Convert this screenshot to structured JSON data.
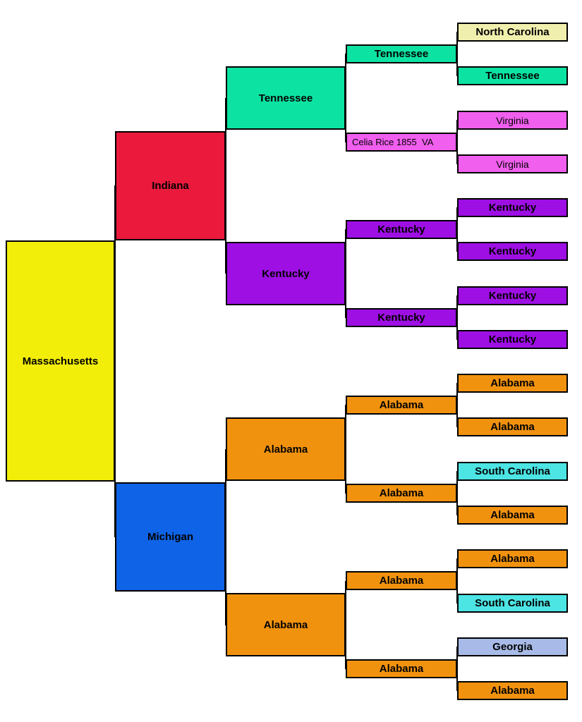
{
  "palette": {
    "yellow": "#F2EE0A",
    "red": "#EB1A3C",
    "blue": "#0F63E6",
    "spring_green": "#0CE3A2",
    "purple": "#9E0FE4",
    "orange": "#F1920F",
    "magenta": "#F05FEE",
    "pale_yellow": "#F1EFAE",
    "cyan": "#4DE4E4",
    "periwinkle": "#A8BBE8",
    "line": "#000000",
    "background": "#FFFFFF"
  },
  "generations": {
    "gen1": [
      {
        "label": "Massachusetts",
        "color": "yellow"
      }
    ],
    "gen2": [
      {
        "label": "Indiana",
        "color": "red"
      },
      {
        "label": "Michigan",
        "color": "blue"
      }
    ],
    "gen3": [
      {
        "label": "Tennessee",
        "color": "spring_green"
      },
      {
        "label": "Kentucky",
        "color": "purple"
      },
      {
        "label": "Alabama",
        "color": "orange"
      },
      {
        "label": "Alabama",
        "color": "orange"
      }
    ],
    "gen4": [
      {
        "label": "Tennessee",
        "color": "spring_green"
      },
      {
        "label": "Celia Rice 1855  VA",
        "color": "magenta"
      },
      {
        "label": "Kentucky",
        "color": "purple"
      },
      {
        "label": "Kentucky",
        "color": "purple"
      },
      {
        "label": "Alabama",
        "color": "orange"
      },
      {
        "label": "Alabama",
        "color": "orange"
      },
      {
        "label": "Alabama",
        "color": "orange"
      },
      {
        "label": "Alabama",
        "color": "orange"
      }
    ],
    "gen5": [
      {
        "label": "North Carolina",
        "color": "pale_yellow"
      },
      {
        "label": "Tennessee",
        "color": "spring_green"
      },
      {
        "label": "Virginia",
        "color": "magenta"
      },
      {
        "label": "Virginia",
        "color": "magenta"
      },
      {
        "label": "Kentucky",
        "color": "purple"
      },
      {
        "label": "Kentucky",
        "color": "purple"
      },
      {
        "label": "Kentucky",
        "color": "purple"
      },
      {
        "label": "Kentucky",
        "color": "purple"
      },
      {
        "label": "Alabama",
        "color": "orange"
      },
      {
        "label": "Alabama",
        "color": "orange"
      },
      {
        "label": "South Carolina",
        "color": "cyan"
      },
      {
        "label": "Alabama",
        "color": "orange"
      },
      {
        "label": "Alabama",
        "color": "orange"
      },
      {
        "label": "South Carolina",
        "color": "cyan"
      },
      {
        "label": "Georgia",
        "color": "periwinkle"
      },
      {
        "label": "Alabama",
        "color": "orange"
      }
    ]
  }
}
